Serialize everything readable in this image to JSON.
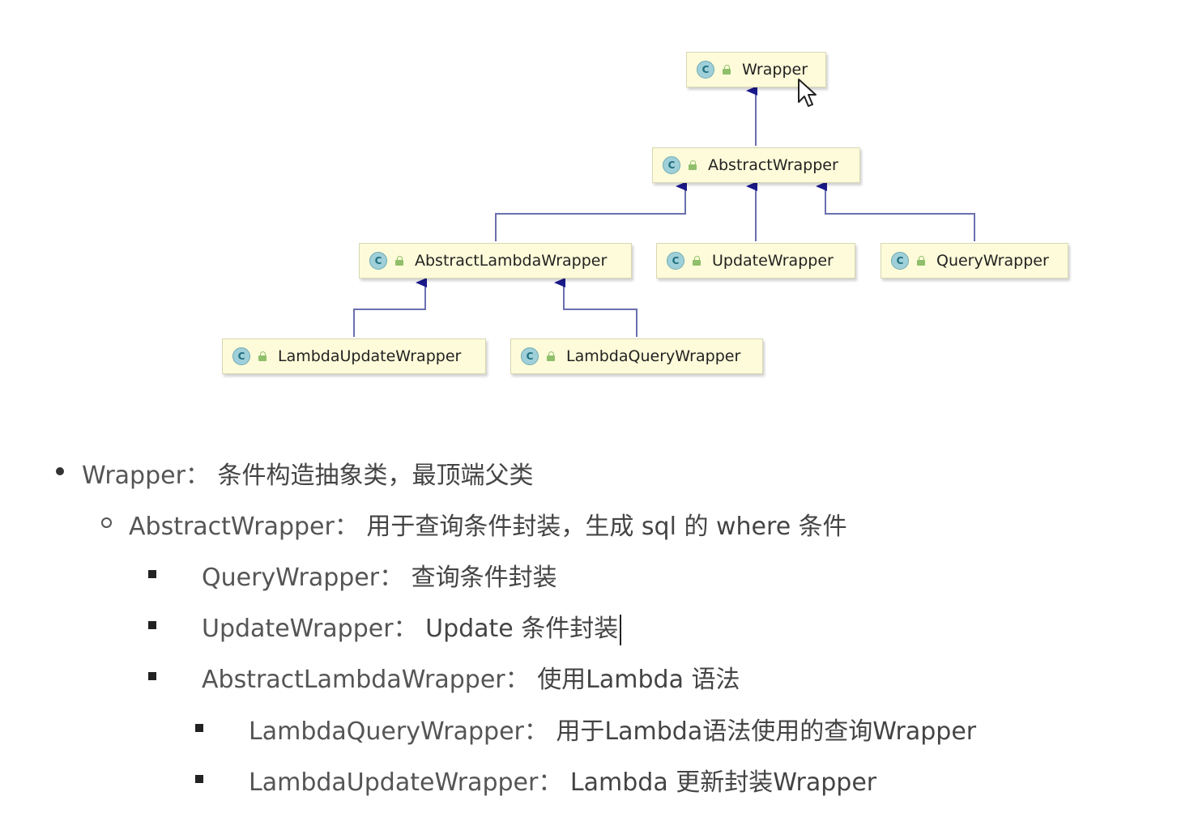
{
  "diagram": {
    "nodes": [
      {
        "id": "wrapper",
        "label": "Wrapper",
        "icon": "class-icon"
      },
      {
        "id": "abstract",
        "label": "AbstractWrapper",
        "icon": "class-icon"
      },
      {
        "id": "abstract-lambda",
        "label": "AbstractLambdaWrapper",
        "icon": "class-icon"
      },
      {
        "id": "update",
        "label": "UpdateWrapper",
        "icon": "class-icon"
      },
      {
        "id": "query",
        "label": "QueryWrapper",
        "icon": "class-icon"
      },
      {
        "id": "lambda-update",
        "label": "LambdaUpdateWrapper",
        "icon": "class-icon"
      },
      {
        "id": "lambda-query",
        "label": "LambdaQueryWrapper",
        "icon": "class-icon"
      }
    ],
    "edges": [
      {
        "from": "abstract",
        "to": "wrapper"
      },
      {
        "from": "abstract-lambda",
        "to": "abstract"
      },
      {
        "from": "update",
        "to": "abstract"
      },
      {
        "from": "query",
        "to": "abstract"
      },
      {
        "from": "lambda-update",
        "to": "abstract-lambda"
      },
      {
        "from": "lambda-query",
        "to": "abstract-lambda"
      }
    ],
    "icon_class_glyph": "C",
    "colors": {
      "node_bg": "#fdfbd9",
      "edge": "#6b6fb0",
      "arrow": "#1a1a8c"
    }
  },
  "list": {
    "wrapper": {
      "term": "Wrapper：",
      "desc": "条件构造抽象类，最顶端父类"
    },
    "abstract": {
      "term": "AbstractWrapper：",
      "desc": "用于查询条件封装，生成 sql 的 where 条件"
    },
    "query": {
      "term": "QueryWrapper：",
      "desc": "查询条件封装"
    },
    "update": {
      "term": "UpdateWrapper：",
      "desc": "Update 条件封装"
    },
    "abstract_lambda": {
      "term": "AbstractLambdaWrapper：",
      "desc": "使用Lambda 语法"
    },
    "lambda_query": {
      "term": "LambdaQueryWrapper：",
      "desc": "用于Lambda语法使用的查询Wrapper"
    },
    "lambda_update": {
      "term": "LambdaUpdateWrapper：",
      "desc": "Lambda 更新封装Wrapper"
    }
  }
}
